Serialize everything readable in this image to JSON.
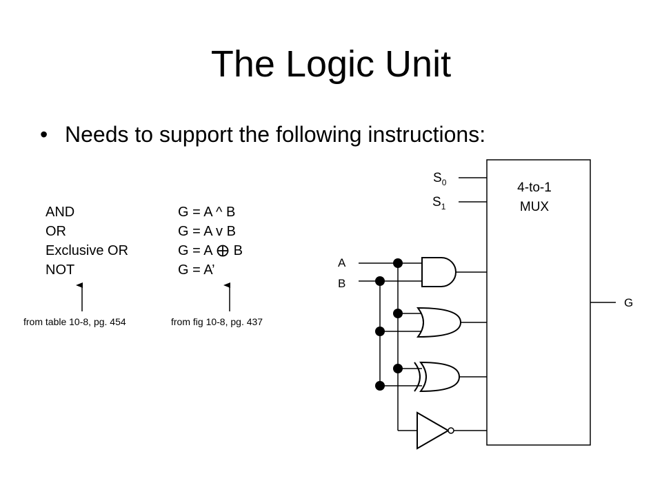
{
  "title": "The Logic Unit",
  "bullet": "Needs to support the following instructions:",
  "operations": [
    {
      "name": "AND",
      "expr": "G = A ^ B"
    },
    {
      "name": "OR",
      "expr": "G = A v B"
    },
    {
      "name": "Exclusive OR",
      "expr_pre": "G = A",
      "expr_post": "B"
    },
    {
      "name": "NOT",
      "expr": "G = A’"
    }
  ],
  "sources": {
    "left": "from table 10-8, pg. 454",
    "right": "from fig 10-8, pg. 437"
  },
  "mux": {
    "line1": "4-to-1",
    "line2": "MUX",
    "select0": "S",
    "select0_sub": "0",
    "select1": "S",
    "select1_sub": "1",
    "output": "G"
  },
  "inputs": {
    "a": "A",
    "b": "B"
  }
}
